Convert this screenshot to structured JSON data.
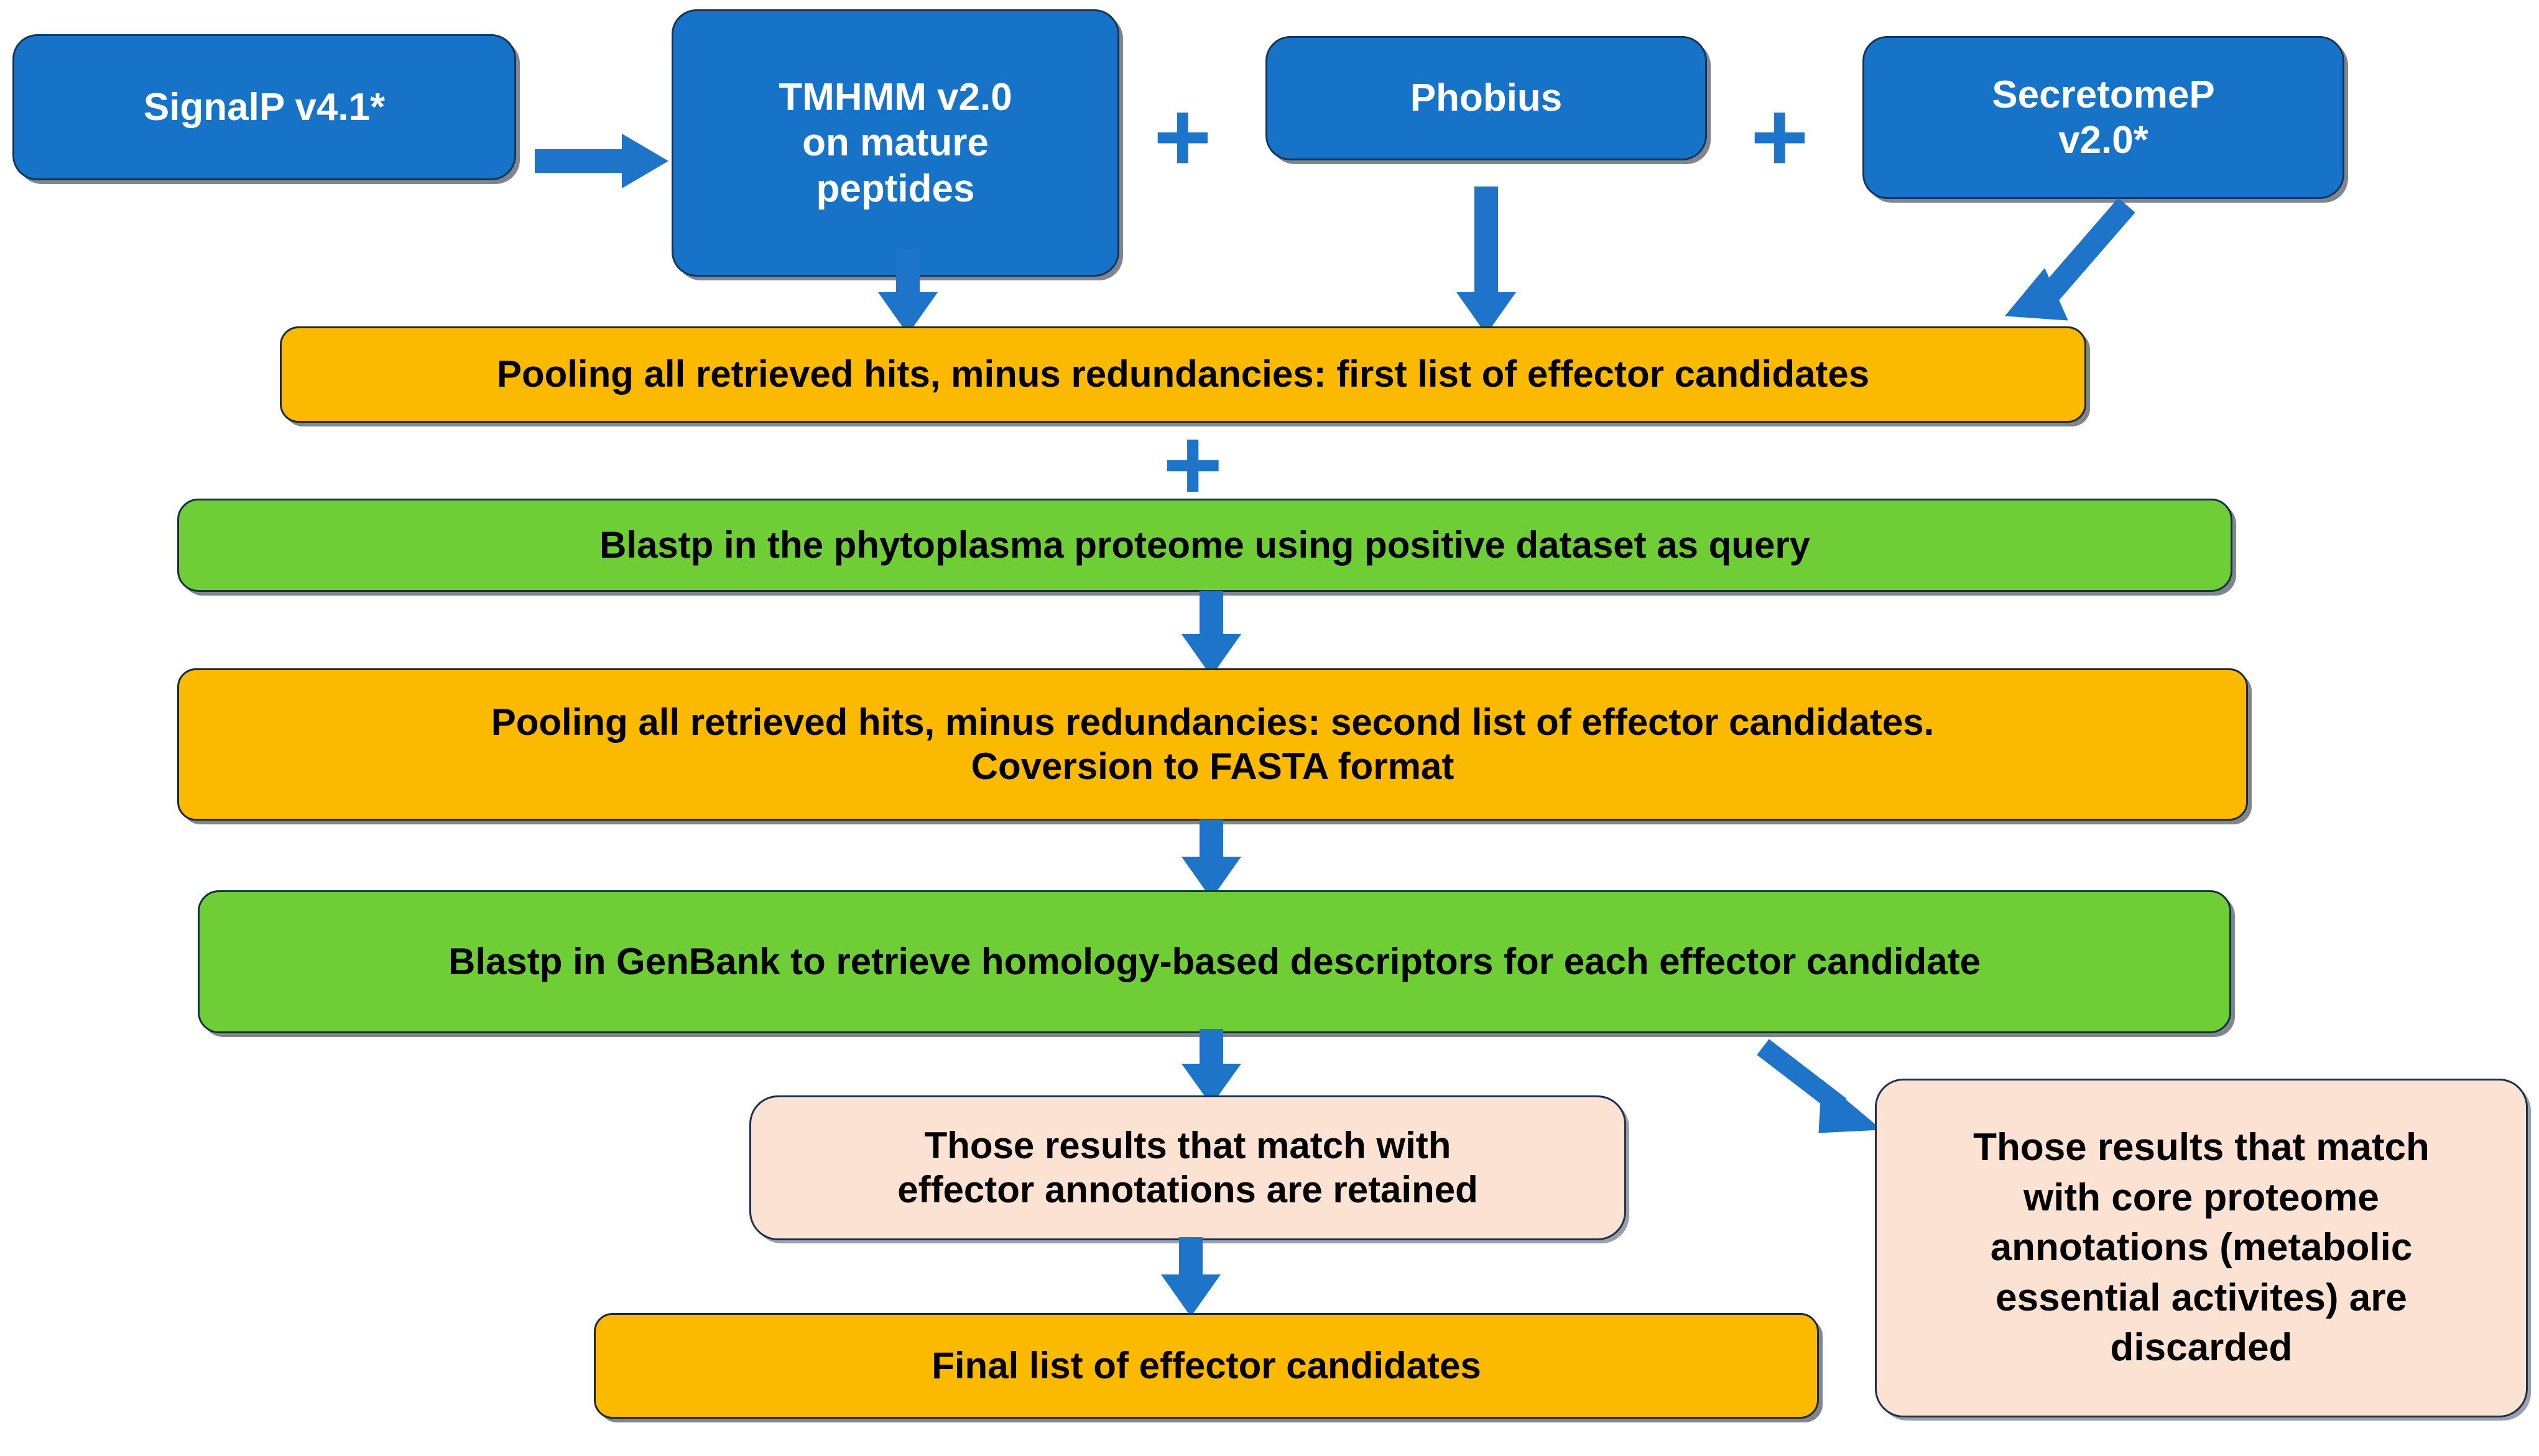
{
  "diagram": {
    "title": "Effector candidate prediction pipeline",
    "colors": {
      "blue": "#1673C7",
      "orange": "#FBBA00",
      "green": "#6FCD35",
      "pink": "#FBE2D2",
      "arrow": "#1E74C8",
      "outline": "#17314d",
      "background": "#FFFFFF"
    },
    "nodes": {
      "signalp": "SignalP v4.1*",
      "tmhmm": "TMHMM v2.0\non mature\npeptides",
      "phobius": "Phobius",
      "secretomep": "SecretomeP\nv2.0*",
      "pool_first": "Pooling all retrieved hits, minus redundancies: first list of effector candidates",
      "blastp_phytoplasma": "Blastp in the phytoplasma proteome using positive dataset as query",
      "pool_second": "Pooling all retrieved hits, minus redundancies: second  list of effector candidates.\nCoversion to FASTA format",
      "blastp_genbank": "Blastp in GenBank to retrieve homology-based descriptors for each effector candidate",
      "retained": "Those results that match with\neffector annotations are retained",
      "discarded": "Those results that match\nwith core proteome\nannotations (metabolic\nessential activites) are\ndiscarded",
      "final_list": "Final list of effector candidates"
    },
    "operators": {
      "plus_phobius": "+",
      "plus_secretomep": "+",
      "plus_blastp": "+"
    },
    "connectors": [
      {
        "name": "signalp-to-tmhmm",
        "kind": "arrow-right"
      },
      {
        "name": "tmhmm-to-pool-first",
        "kind": "arrow-down"
      },
      {
        "name": "phobius-to-pool-first",
        "kind": "arrow-down"
      },
      {
        "name": "secretomep-to-pool-first",
        "kind": "arrow-diagonal-down-left"
      },
      {
        "name": "blastp-phytoplasma-to-pool-second",
        "kind": "arrow-down"
      },
      {
        "name": "pool-second-to-blastp-genbank",
        "kind": "arrow-down"
      },
      {
        "name": "blastp-genbank-to-retained",
        "kind": "arrow-down"
      },
      {
        "name": "blastp-genbank-to-discarded",
        "kind": "arrow-diagonal-down-right"
      },
      {
        "name": "retained-to-final-list",
        "kind": "arrow-down"
      }
    ]
  }
}
